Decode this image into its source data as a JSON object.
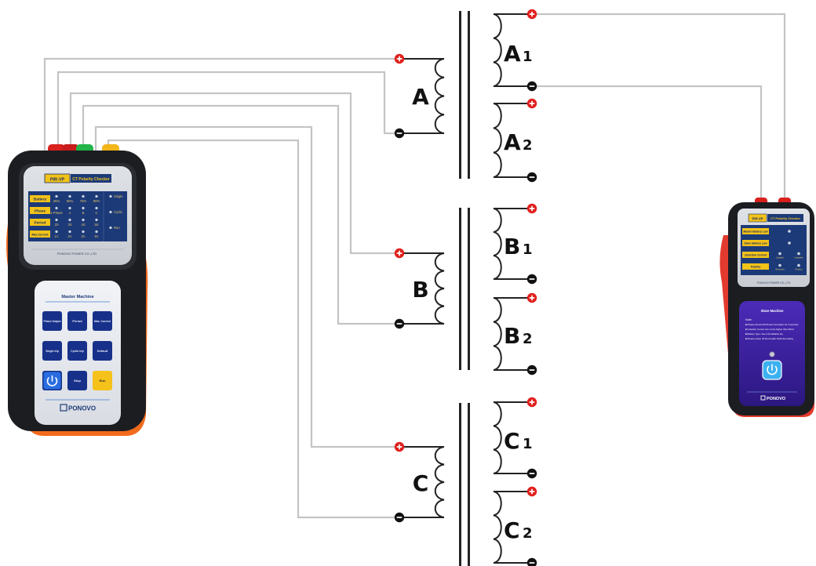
{
  "colors": {
    "wire": "#c4c4c4",
    "coil": "#222222",
    "plus_terminal": "#e0201d",
    "minus_terminal": "#111111",
    "device_body": "#1c1d21",
    "master_accent": "#f26b1d",
    "slave_accent": "#e23a2e",
    "master_panel": "#1d3a78",
    "slave_panel": "#3a1f9c",
    "master_button": "#17318a",
    "button_yellow": "#f5c11b"
  },
  "transformers": [
    {
      "primary": "A",
      "sec1": "A",
      "sec1_sub": "1",
      "sec2": "A",
      "sec2_sub": "2"
    },
    {
      "primary": "B",
      "sec1": "B",
      "sec1_sub": "1",
      "sec2": "B",
      "sec2_sub": "2"
    },
    {
      "primary": "C",
      "sec1": "C",
      "sec1_sub": "1",
      "sec2": "C",
      "sec2_sub": "2"
    }
  ],
  "master": {
    "model_tag": "PIR-VP",
    "title": "CT Polarity Checker",
    "rows": [
      {
        "label": "Battery",
        "values": [
          "25%",
          "50%",
          "75%",
          "90%"
        ]
      },
      {
        "label": "Phase",
        "values": [
          "1-Phase",
          "A",
          "B",
          "C"
        ]
      },
      {
        "label": "Period",
        "values": [
          "2S",
          "3S",
          "4S",
          "5S"
        ]
      },
      {
        "label": "Max.Current",
        "values": [
          "1A",
          "2A",
          "3A",
          "5A"
        ]
      }
    ],
    "side_labels": [
      "Single",
      "Cyclic",
      "Run"
    ],
    "company": "PONOVO POWER CO.,LTD",
    "panel_title": "Master Machine",
    "buttons": [
      "Phase Output",
      "Period",
      "Max. Current",
      "Single trip",
      "Cyclic trip",
      "Default",
      "",
      "Stop",
      "Run"
    ],
    "brand": "PONOVO"
  },
  "slave": {
    "model_tag": "PIR-VP",
    "title": "CT Polarity Checker",
    "rows": [
      "Master Battery Low",
      "Slave Battery Low",
      "Induction Current",
      "Polarity"
    ],
    "induction_opts": [
      "Capable",
      "Incapable"
    ],
    "polarity_opts": [
      "Reversed",
      "Positive"
    ],
    "company": "PONOVO POWER CO.,LTD",
    "panel_title": "Slave Machine",
    "note_title": "Note:",
    "notes": [
      "Please Hit and ON Power the button for 3 seconds",
      "Induction current can not be higher than 60mA",
      "Battery Type: Use 4 AA Alkaline dry",
      "Please power off the kit after finish the testing"
    ],
    "brand": "PONOVO"
  }
}
